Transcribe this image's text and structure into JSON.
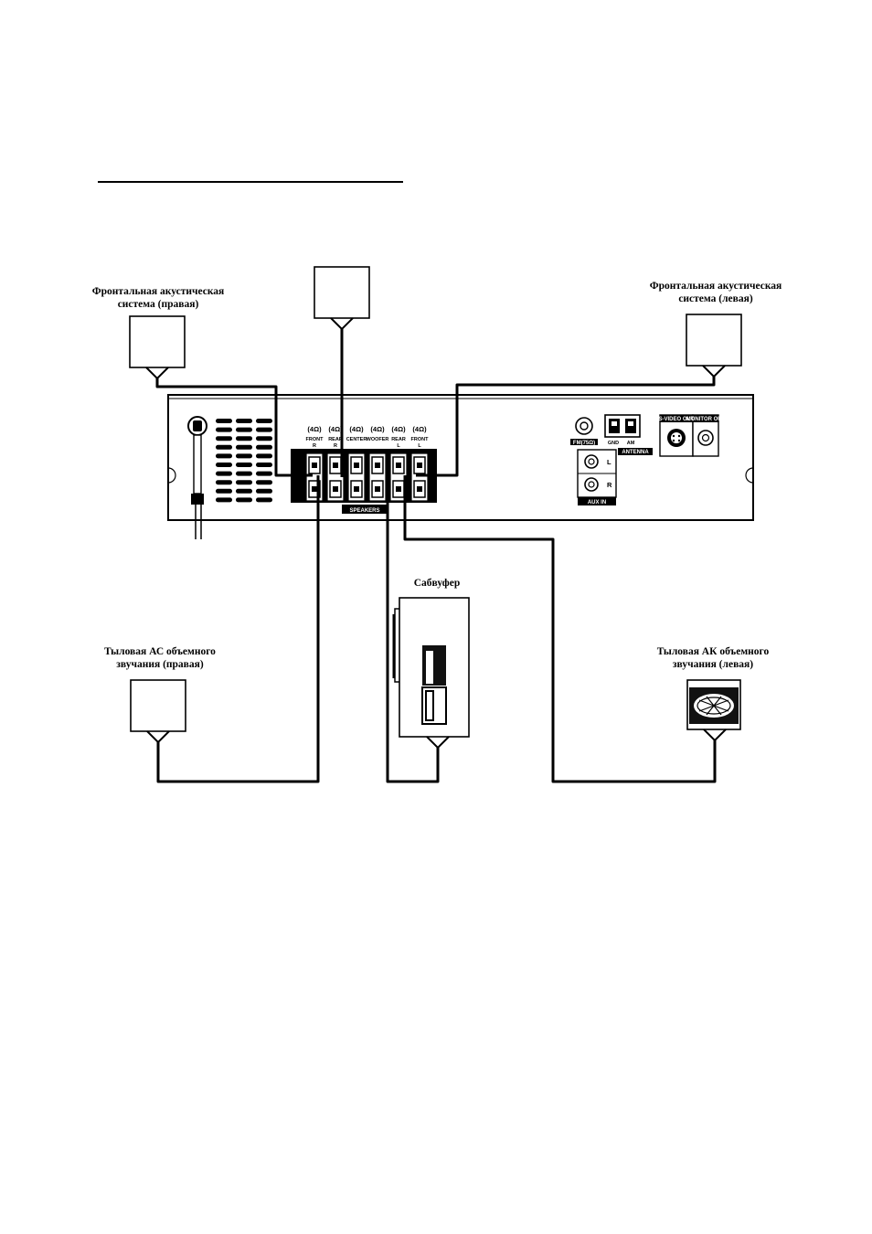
{
  "labels": {
    "front_right_line1": "Фронтальная акустическая",
    "front_right_line2": "система (правая)",
    "front_left_line1": "Фронтальная акустическая",
    "front_left_line2": "система (левая)",
    "subwoofer": "Сабвуфер",
    "rear_right_line1": "Тыловая АС объемного",
    "rear_right_line2": "звучания (правая)",
    "rear_left_line1": "Тыловая АК объемного",
    "rear_left_line2": "звучания (левая)"
  },
  "panel": {
    "speakers": "SPEAKERS",
    "antenna": "ANTENNA",
    "fm": "FM(75Ω)",
    "gnd": "GND",
    "am": "AM",
    "aux_in": "AUX IN",
    "aux_l": "L",
    "aux_r": "R",
    "svideo_out": "S-VIDEO OUT",
    "monitor_out": "MONITOR OUT",
    "plus": "⊕",
    "minus": "⊖",
    "terminals": [
      {
        "impedance": "(4Ω)",
        "name": "FRONT",
        "side": "R"
      },
      {
        "impedance": "(4Ω)",
        "name": "REAR",
        "side": "R"
      },
      {
        "impedance": "(4Ω)",
        "name": "CENTER",
        "side": ""
      },
      {
        "impedance": "(4Ω)",
        "name": "WOOFER",
        "side": ""
      },
      {
        "impedance": "(4Ω)",
        "name": "REAR",
        "side": "L"
      },
      {
        "impedance": "(4Ω)",
        "name": "FRONT",
        "side": "L"
      }
    ]
  }
}
